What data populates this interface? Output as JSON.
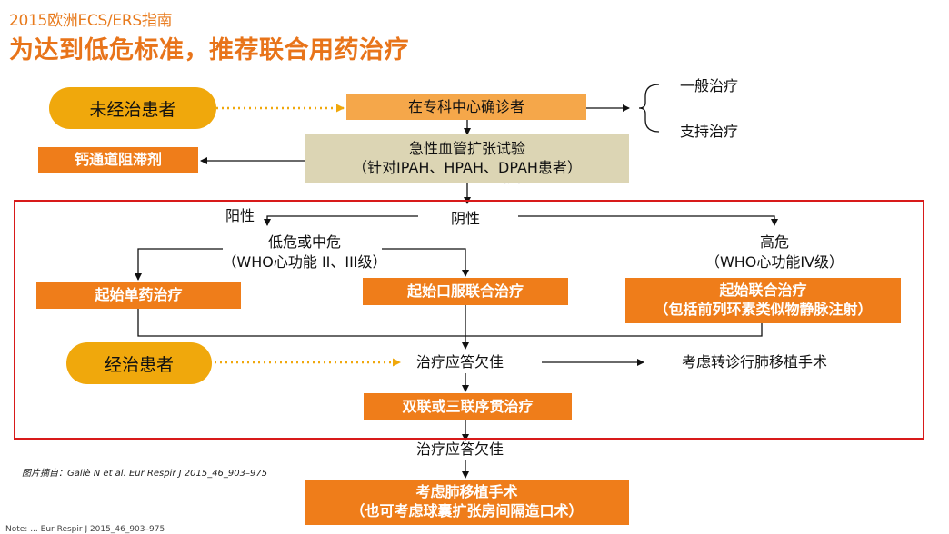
{
  "header": {
    "subtitle": "2015欧洲ECS/ERS指南",
    "title": "为达到低危标准，推荐联合用药治疗"
  },
  "nodes": {
    "untreated_patients": "未经治患者",
    "confirmed_at_center": "在专科中心确诊者",
    "general_therapy": "一般治疗",
    "supportive_therapy": "支持治疗",
    "vasoreactivity_test_line1": "急性血管扩张试验",
    "vasoreactivity_test_line2": "（针对IPAH、HPAH、DPAH患者）",
    "calcium_channel_blockers": "钙通道阻滞剂",
    "positive": "阳性",
    "negative": "阴性",
    "negative_hidden": "阴性",
    "low_intermediate_risk_line1": "低危或中危",
    "low_intermediate_risk_line2": "（WHO心功能 II、III级）",
    "high_risk_line1": "高危",
    "high_risk_line2": "（WHO心功能IV级）",
    "initial_monotherapy": "起始单药治疗",
    "initial_oral_combination": "起始口服联合治疗",
    "initial_combination_line1": "起始联合治疗",
    "initial_combination_line2": "（包括前列环素类似物静脉注射）",
    "treated_patients": "经治患者",
    "inadequate_response_1": "治疗应答欠佳",
    "consider_lung_transplant_referral": "考虑转诊行肺移植手术",
    "double_triple_sequential": "双联或三联序贯治疗",
    "inadequate_response_2": "治疗应答欠佳",
    "lung_transplant_line1": "考虑肺移植手术",
    "lung_transplant_line2": "（也可考虑球囊扩张房间隔造口术）"
  },
  "citation": "图片摘自：Galiè N et al. Eur Respir J 2015_46_903–975",
  "footnote": "Note: ... Eur Respir J 2015_46_903–975",
  "colors": {
    "title": "#e8741a",
    "pill": "#f0a80c",
    "orange_box": "#ef7d1a",
    "light_orange_box": "#f5a74a",
    "beige_box": "#dcd5b4",
    "frame": "#d81a1a"
  }
}
